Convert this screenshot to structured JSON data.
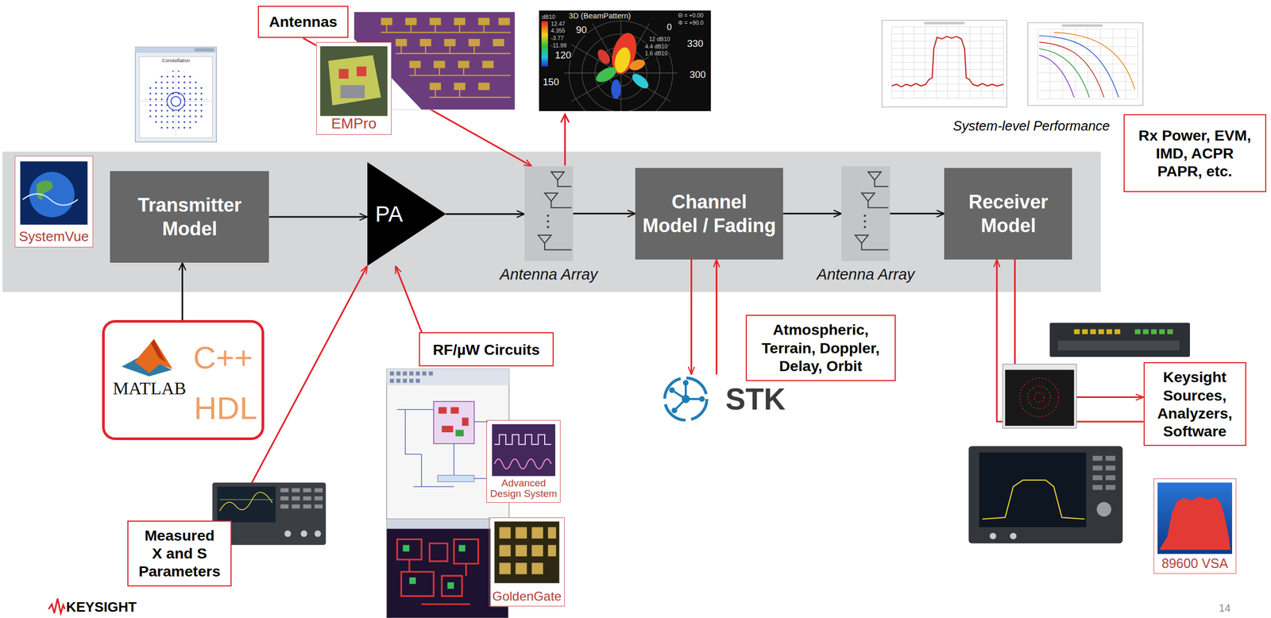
{
  "diagram": {
    "nodes": [
      {
        "text": [
          "Antennas"
        ]
      },
      {
        "text": [
          "EMPro"
        ]
      },
      {
        "text": [
          "Rx Power, EVM, IMD, ACPR PAPR, etc."
        ]
      },
      {
        "text": [
          "SystemVue"
        ]
      },
      {
        "text": [
          "Transmitter Model"
        ]
      },
      {
        "text": [
          "PA"
        ]
      },
      {
        "text": [
          "Antenna Array"
        ]
      },
      {
        "text": [
          "Channel Model / Fading"
        ]
      },
      {
        "text": [
          "Antenna Array"
        ]
      },
      {
        "text": [
          "Receiver Model"
        ]
      },
      {
        "text": [
          "MATLAB",
          "C++",
          "HDL"
        ]
      },
      {
        "text": [
          "RF/µW Circuits"
        ]
      },
      {
        "text": [
          "Atmospheric, Terrain, Doppler, Delay, Orbit"
        ]
      },
      {
        "text": [
          "STK"
        ]
      },
      {
        "text": [
          "Keysight Sources, Analyzers, Software"
        ]
      },
      {
        "text": [
          "Advanced Design System"
        ]
      },
      {
        "text": [
          "GoldenGate"
        ]
      },
      {
        "text": [
          "89600 VSA"
        ]
      },
      {
        "text": [
          "Measured X and S Parameters"
        ]
      }
    ],
    "edges": [
      {
        "from": 10,
        "to": 4,
        "arrow": "to"
      },
      {
        "from": 4,
        "to": 5,
        "arrow": "to"
      },
      {
        "from": 5,
        "to": 6,
        "arrow": "to"
      },
      {
        "from": 6,
        "to": 7,
        "arrow": "to"
      },
      {
        "from": 7,
        "to": 8,
        "arrow": "to"
      },
      {
        "from": 8,
        "to": 9,
        "arrow": "to"
      },
      {
        "from": 18,
        "to": 5,
        "arrow": "to"
      },
      {
        "from": 11,
        "to": 5,
        "arrow": "to"
      },
      {
        "from": 0,
        "to": 6,
        "arrow": "to"
      },
      {
        "from": 7,
        "to": 13,
        "arrow": "to"
      },
      {
        "from": 13,
        "to": 7,
        "arrow": "to"
      },
      {
        "from": 9,
        "to": 14,
        "arrow": "to"
      },
      {
        "from": 14,
        "to": 9,
        "arrow": "to"
      }
    ],
    "labels": [
      "3D (BeamPattern)",
      "dB10",
      "12.47",
      "4.355",
      "-3.77",
      "-11.99",
      "90",
      "120",
      "150",
      "330",
      "300",
      "0",
      "12 dB10",
      "4.4 dB10",
      "1.6 dB10",
      "Θ = +0.00",
      "Φ = +90.0",
      "Constellation",
      "System-level Performance",
      "KEYSIGHT",
      "14"
    ]
  }
}
